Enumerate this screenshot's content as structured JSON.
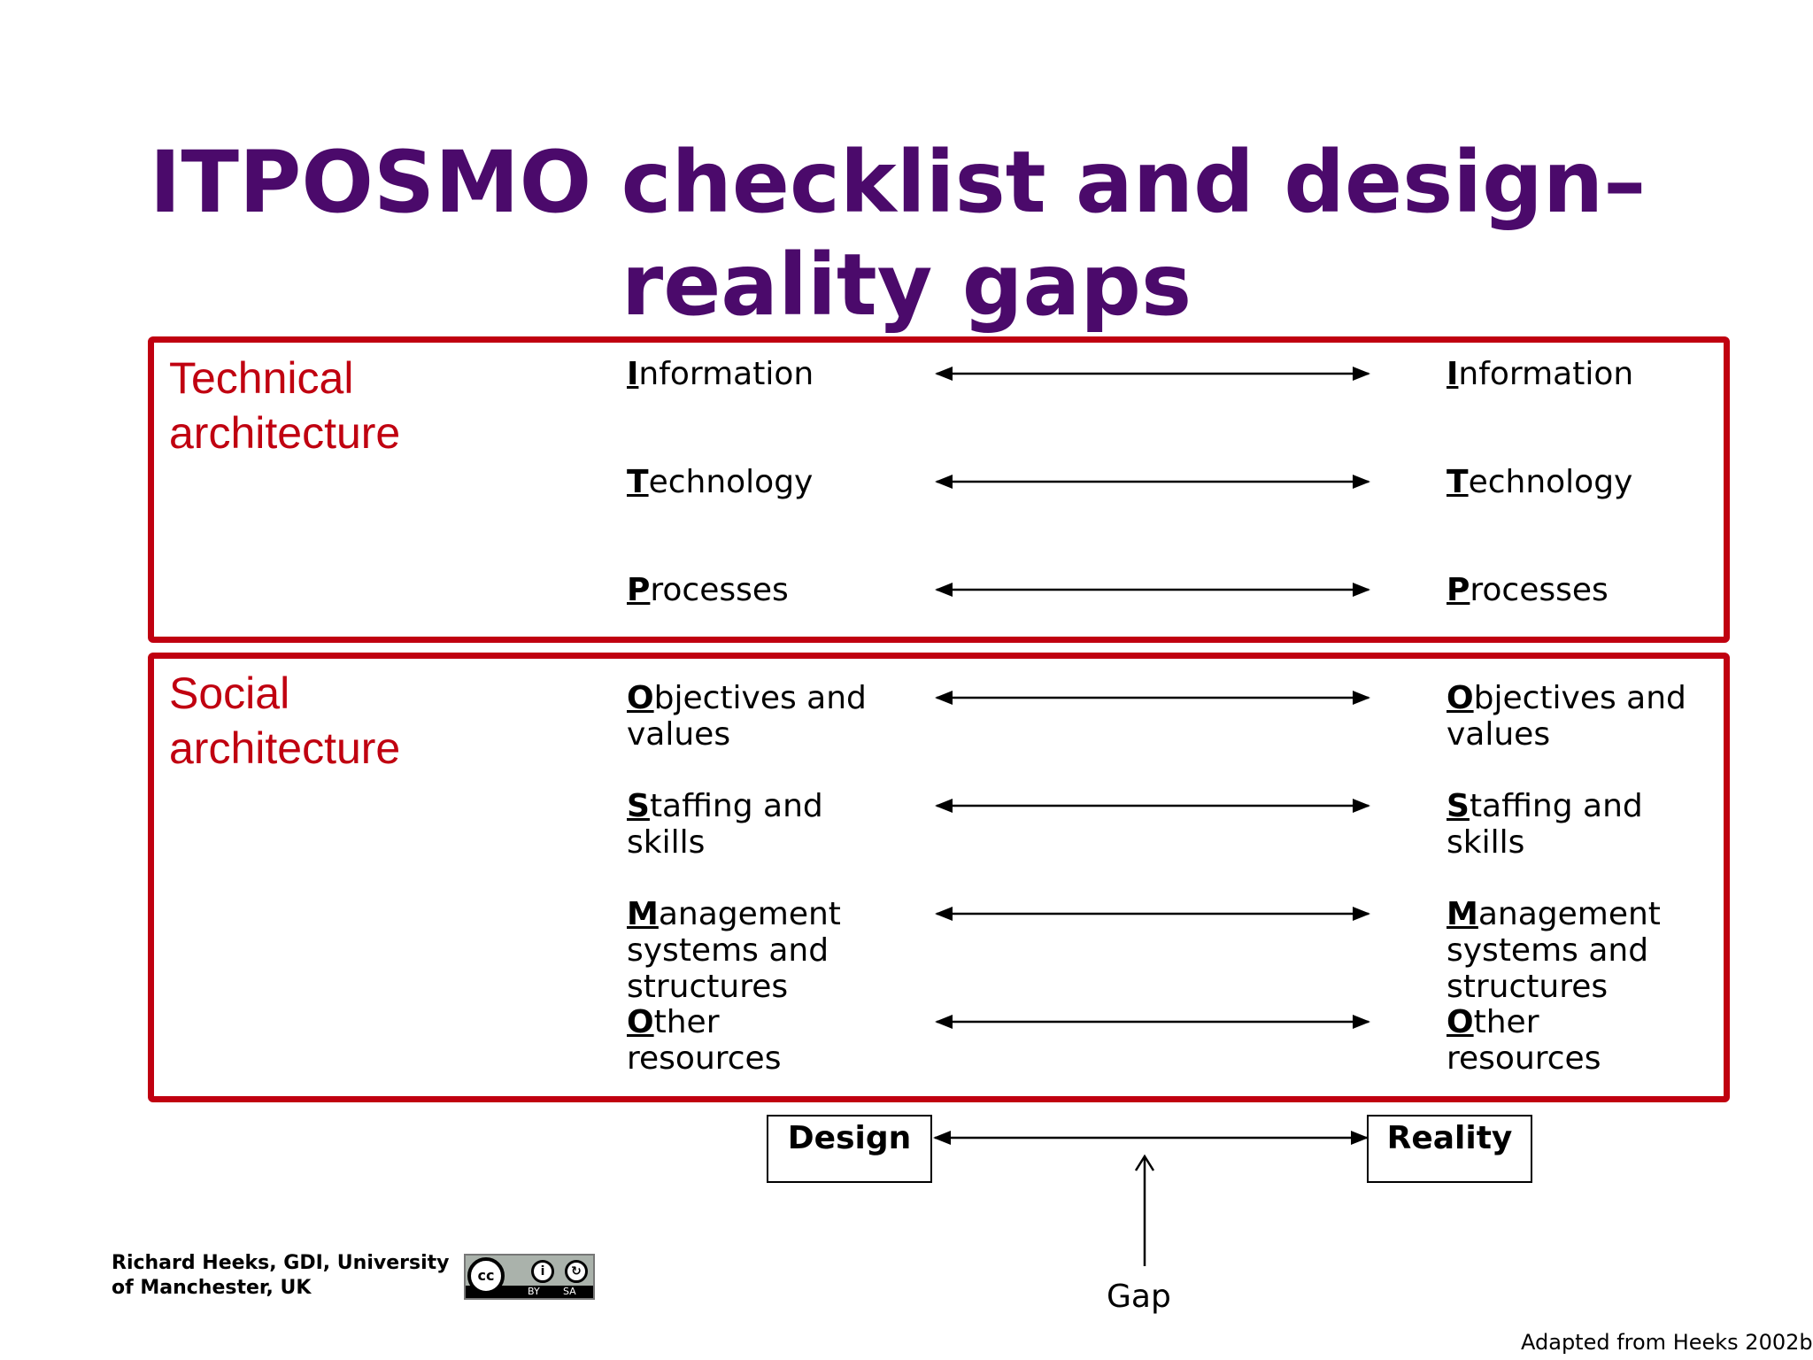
{
  "title": {
    "line1": "ITPOSMO checklist and design–",
    "line2": "reality gaps"
  },
  "technical_label": {
    "line1": "Technical",
    "line2": "architecture"
  },
  "social_label": {
    "line1": "Social",
    "line2": "architecture"
  },
  "items": [
    {
      "initial": "I",
      "rest": "nformation"
    },
    {
      "initial": "T",
      "rest": "echnology"
    },
    {
      "initial": "P",
      "rest": "rocesses"
    },
    {
      "initial": "O",
      "rest": "bjectives and values"
    },
    {
      "initial": "S",
      "rest": "taffing and skills"
    },
    {
      "initial": "M",
      "rest": "anagement systems and structures"
    },
    {
      "initial": "O",
      "rest": "ther resources"
    }
  ],
  "design_label": "Design",
  "reality_label": "Reality",
  "gap_label": "Gap",
  "credit": {
    "line1": "Richard Heeks, GDI, University",
    "line2": "of Manchester, UK"
  },
  "license_badge": {
    "cc": "cc",
    "by": "BY",
    "sa": "SA"
  },
  "source": "Adapted from Heeks 2002b",
  "colors": {
    "title": "#4b0a6b",
    "frame": "#c00010",
    "arch_label": "#c00010"
  }
}
